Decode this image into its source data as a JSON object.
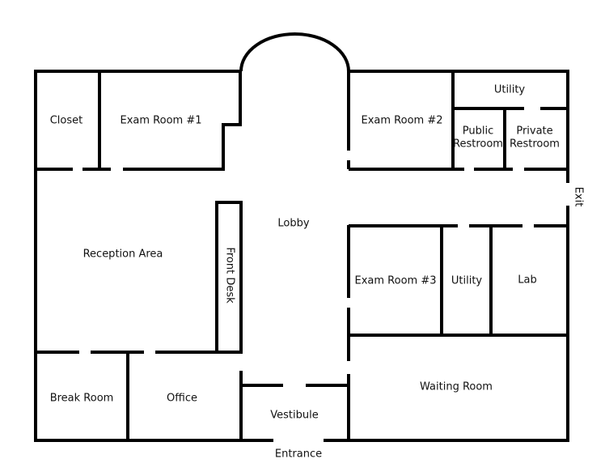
{
  "floor_plan": {
    "rooms": {
      "closet": "Closet",
      "exam_room_1": "Exam Room #1",
      "exam_room_2": "Exam Room #2",
      "utility_top": "Utility",
      "public_restroom_line1": "Public",
      "public_restroom_line2": "Restroom",
      "private_restroom_line1": "Private",
      "private_restroom_line2": "Restroom",
      "lobby": "Lobby",
      "reception_area": "Reception Area",
      "front_desk": "Front Desk",
      "exam_room_3": "Exam Room #3",
      "utility_middle": "Utility",
      "lab": "Lab",
      "break_room": "Break Room",
      "office": "Office",
      "vestibule": "Vestibule",
      "waiting_room": "Waiting Room"
    },
    "openings": {
      "exit": "Exit",
      "entrance": "Entrance"
    },
    "colors": {
      "wall": "#000000",
      "text": "#111111",
      "background": "#ffffff"
    }
  }
}
